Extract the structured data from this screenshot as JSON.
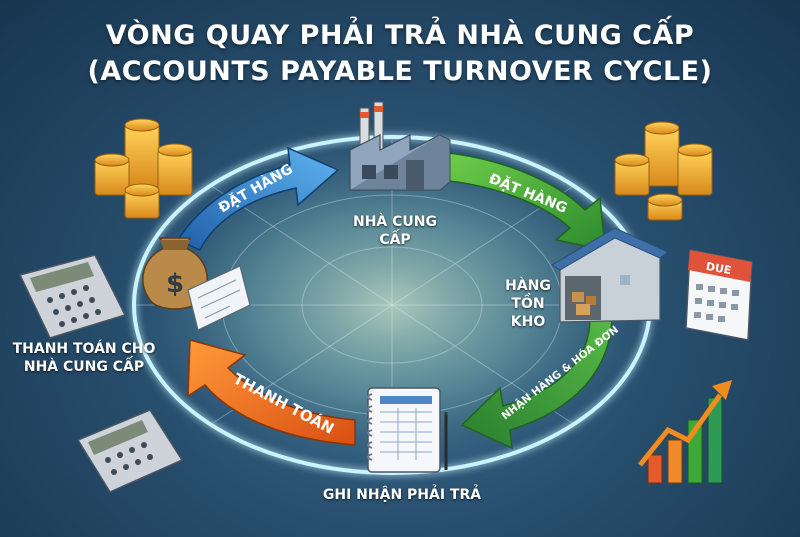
{
  "title_line1": "VÒNG QUAY PHẢI TRẢ NHÀ CUNG CẤP",
  "title_line2": "(ACCOUNTS PAYABLE TURNOVER CYCLE)",
  "nodes": {
    "supplier": "NHÀ CUNG CẤP",
    "inventory": [
      "HÀNG",
      "TỒN",
      "KHO"
    ],
    "record_payable": "GHI NHẬN PHẢI TRẢ",
    "pay_supplier": [
      "THANH TOÁN CHO",
      "NHÀ CUNG CẤP"
    ]
  },
  "arrows": {
    "order_left": "ĐẶT HÀNG",
    "order_right": "ĐẶT HÀNG",
    "receive_invoice": "NHẬN HÀNG & HÓA ĐƠN",
    "payment": "THANH TOÁN"
  },
  "icons": {
    "calendar_badge": "DUE",
    "moneybag_symbol": "$"
  },
  "colors": {
    "blue_arrow": "#3f8ed6",
    "green_arrow": "#3ea83a",
    "orange_arrow": "#ef6a1f",
    "ring": "#bfefff"
  }
}
